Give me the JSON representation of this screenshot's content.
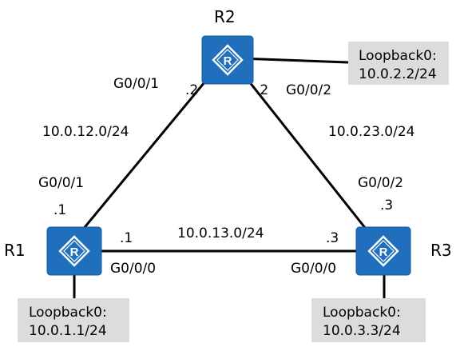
{
  "colors": {
    "router_fill": "#1f6fbd",
    "router_stroke": "#145a9c",
    "router_icon": "#ffffff",
    "link": "#000000",
    "loopback_box": "#dcdcdc"
  },
  "routers": {
    "r1": {
      "name": "R1",
      "icon": "router-icon"
    },
    "r2": {
      "name": "R2",
      "icon": "router-icon"
    },
    "r3": {
      "name": "R3",
      "icon": "router-icon"
    }
  },
  "loopbacks": {
    "r1": {
      "name": "Loopback0:",
      "address": "10.0.1.1/24"
    },
    "r2": {
      "name": "Loopback0:",
      "address": "10.0.2.2/24"
    },
    "r3": {
      "name": "Loopback0:",
      "address": "10.0.3.3/24"
    }
  },
  "links": {
    "r1_r2": {
      "network": "10.0.12.0/24",
      "r1_interface": "G0/0/1",
      "r1_host": ".1",
      "r2_interface": "G0/0/1",
      "r2_host": ".2"
    },
    "r2_r3": {
      "network": "10.0.23.0/24",
      "r2_interface": "G0/0/2",
      "r2_host": ".2",
      "r3_interface": "G0/0/2",
      "r3_host": ".3"
    },
    "r1_r3": {
      "network": "10.0.13.0/24",
      "r1_interface": "G0/0/0",
      "r1_host": ".1",
      "r3_interface": "G0/0/0",
      "r3_host": ".3"
    }
  }
}
